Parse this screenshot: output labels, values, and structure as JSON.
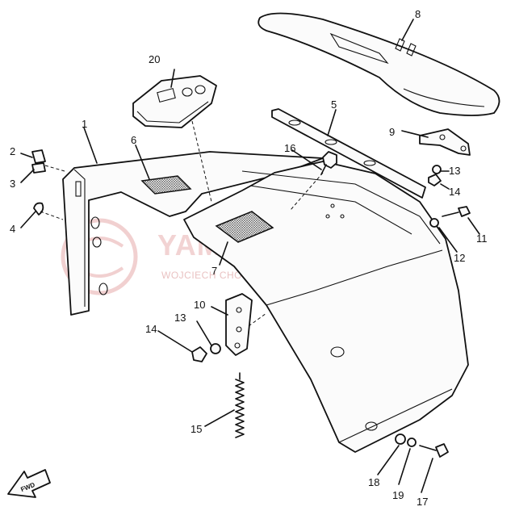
{
  "watermark": {
    "brand": "YAMASHOP.PL",
    "dealer": "WOJCIECH CHOMICZ | DEALER YAMAHA"
  },
  "forward_arrow": "FWD",
  "callouts": [
    "1",
    "2",
    "3",
    "4",
    "5",
    "6",
    "7",
    "8",
    "9",
    "10",
    "11",
    "12",
    "13",
    "14",
    "13",
    "14",
    "15",
    "16",
    "17",
    "18",
    "19",
    "20"
  ],
  "colors": {
    "ink": "#111111",
    "watermark": "#e8b0b0"
  }
}
